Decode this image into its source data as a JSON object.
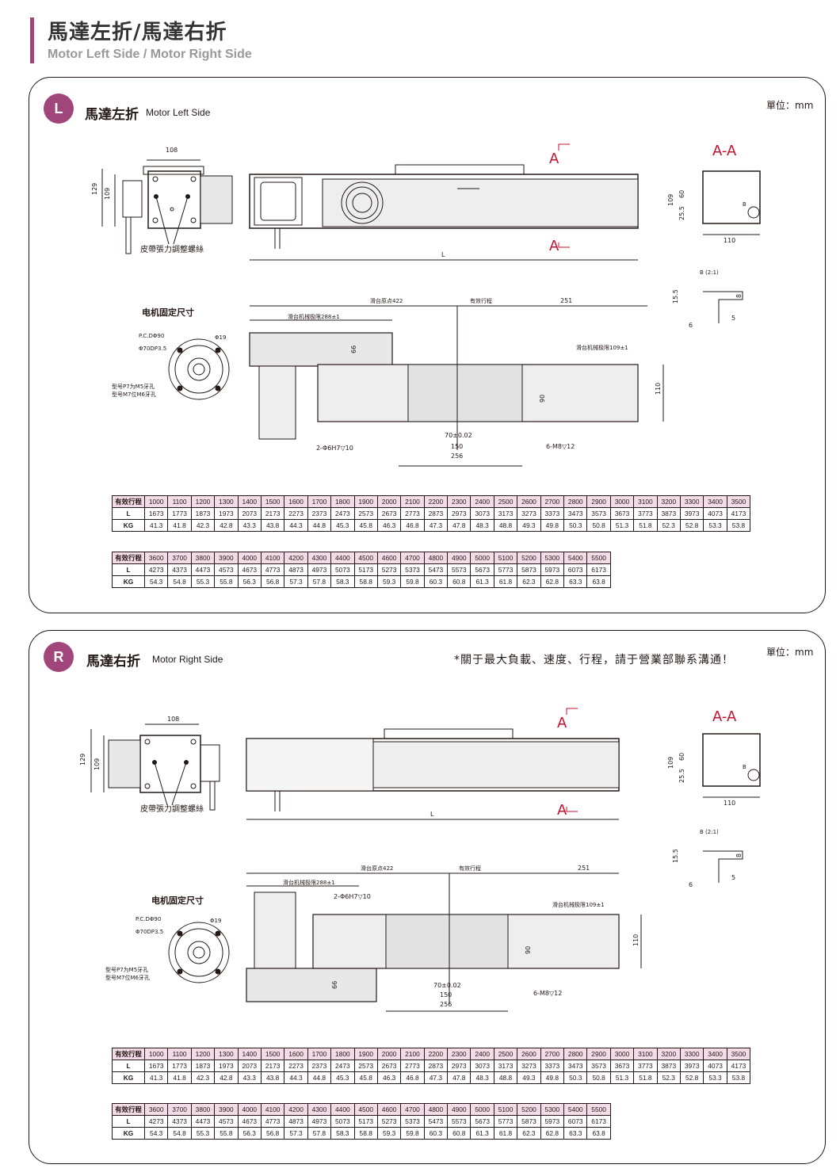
{
  "header": {
    "title_zh": "馬達左折/馬達右折",
    "title_en": "Motor Left Side / Motor Right Side"
  },
  "colors": {
    "accent": "#a0467a",
    "table_header": "#f3dbe8",
    "line": "#231815"
  },
  "panels": [
    {
      "badge": "L",
      "title_zh": "馬達左折",
      "title_en": "Motor Left Side",
      "unit": "單位：mm",
      "note": "",
      "labels": {
        "dim108": "108",
        "dim129": "129",
        "dim109": "109",
        "belt": "皮帶張力調整螺絲",
        "L": "L",
        "arrowA": "A",
        "sectionAA": "A-A",
        "aa109": "109",
        "aa60": "60",
        "aa25": "25.5",
        "aa110": "110",
        "aaB": "B",
        "detailB": "B (2:1)",
        "b155": "15.5",
        "b8": "8",
        "b6": "6",
        "b5": "5",
        "motorTitle": "电机固定尺寸",
        "pcd": "P.C.DΦ90",
        "phi70": "Φ70DP3.5",
        "phi19": "Φ19",
        "model1": "型号P7为M5牙孔",
        "model2": "型号M7位M6牙孔",
        "origin": "滑台原点422",
        "stroke": "有效行程",
        "d251": "251",
        "mechLimit": "滑台机械极限288±1",
        "mechLimit2": "滑台机械极限109±1",
        "d66": "66",
        "d90": "90",
        "d110": "110",
        "pin": "2-Φ6H7▽10",
        "tap": "6-M8▽12",
        "d70": "70±0.02",
        "d150": "150",
        "d256": "256"
      }
    },
    {
      "badge": "R",
      "title_zh": "馬達右折",
      "title_en": "Motor Right Side",
      "unit": "單位：mm",
      "note": "*關于最大負載、速度、行程，請于營業部聯系溝通！",
      "labels": {
        "dim108": "108",
        "dim129": "129",
        "dim109": "109",
        "belt": "皮帶張力調整螺絲",
        "L": "L",
        "arrowA": "A",
        "sectionAA": "A-A",
        "aa109": "109",
        "aa60": "60",
        "aa25": "25.5",
        "aa110": "110",
        "aaB": "B",
        "detailB": "B (2:1)",
        "b155": "15.5",
        "b8": "8",
        "b6": "6",
        "b5": "5",
        "motorTitle": "电机固定尺寸",
        "pcd": "P.C.DΦ90",
        "phi70": "Φ70DP3.5",
        "phi19": "Φ19",
        "model1": "型号P7为M5牙孔",
        "model2": "型号M7位M6牙孔",
        "origin": "滑台原点422",
        "stroke": "有效行程",
        "d251": "251",
        "mechLimit": "滑台机械极限288±1",
        "mechLimit2": "滑台机械极限109±1",
        "d66": "66",
        "d90": "90",
        "d110": "110",
        "pin": "2-Φ6H7▽10",
        "tap": "6-M8▽12",
        "d70": "70±0.02",
        "d150": "150",
        "d256": "256"
      }
    }
  ],
  "tables": {
    "row_labels": [
      "有效行程",
      "L",
      "KG"
    ],
    "table1": {
      "stroke": [
        "1000",
        "1100",
        "1200",
        "1300",
        "1400",
        "1500",
        "1600",
        "1700",
        "1800",
        "1900",
        "2000",
        "2100",
        "2200",
        "2300",
        "2400",
        "2500",
        "2600",
        "2700",
        "2800",
        "2900",
        "3000",
        "3100",
        "3200",
        "3300",
        "3400",
        "3500"
      ],
      "L": [
        "1673",
        "1773",
        "1873",
        "1973",
        "2073",
        "2173",
        "2273",
        "2373",
        "2473",
        "2573",
        "2673",
        "2773",
        "2873",
        "2973",
        "3073",
        "3173",
        "3273",
        "3373",
        "3473",
        "3573",
        "3673",
        "3773",
        "3873",
        "3973",
        "4073",
        "4173"
      ],
      "KG": [
        "41.3",
        "41.8",
        "42.3",
        "42.8",
        "43.3",
        "43.8",
        "44.3",
        "44.8",
        "45.3",
        "45.8",
        "46.3",
        "46.8",
        "47.3",
        "47.8",
        "48.3",
        "48.8",
        "49.3",
        "49.8",
        "50.3",
        "50.8",
        "51.3",
        "51.8",
        "52.3",
        "52.8",
        "53.3",
        "53.8"
      ]
    },
    "table2": {
      "stroke": [
        "3600",
        "3700",
        "3800",
        "3900",
        "4000",
        "4100",
        "4200",
        "4300",
        "4400",
        "4500",
        "4600",
        "4700",
        "4800",
        "4900",
        "5000",
        "5100",
        "5200",
        "5300",
        "5400",
        "5500"
      ],
      "L": [
        "4273",
        "4373",
        "4473",
        "4573",
        "4673",
        "4773",
        "4873",
        "4973",
        "5073",
        "5173",
        "5273",
        "5373",
        "5473",
        "5573",
        "5673",
        "5773",
        "5873",
        "5973",
        "6073",
        "6173"
      ],
      "KG": [
        "54.3",
        "54.8",
        "55.3",
        "55.8",
        "56.3",
        "56.8",
        "57.3",
        "57.8",
        "58.3",
        "58.8",
        "59.3",
        "59.8",
        "60.3",
        "60.8",
        "61.3",
        "61.8",
        "62.3",
        "62.8",
        "63.3",
        "63.8"
      ]
    }
  }
}
